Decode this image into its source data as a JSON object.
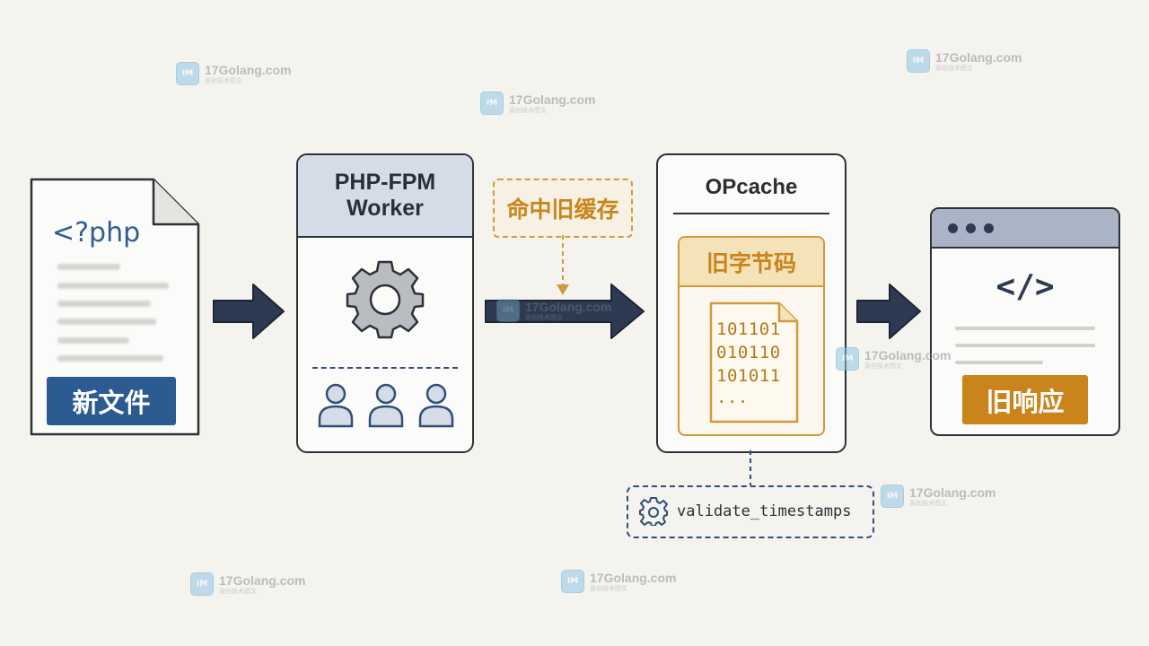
{
  "watermark": {
    "site": "17Golang.com",
    "slogan": "源创技术图文",
    "logo_text": "IM"
  },
  "file": {
    "code": "<?php",
    "label": "新文件",
    "accent": "#2c5b92"
  },
  "worker": {
    "title_line1": "PHP-FPM",
    "title_line2": "Worker"
  },
  "cache_hit": {
    "label": "命中旧缓存",
    "accent": "#c9851c"
  },
  "opcache": {
    "title": "OPcache",
    "bytecode_label": "旧字节码",
    "binary_lines": [
      "101101",
      "010110",
      "101011",
      "..."
    ]
  },
  "setting": {
    "name": "validate_timestamps"
  },
  "browser": {
    "code_symbol": "</>",
    "label": "旧响应",
    "accent": "#c9851c"
  },
  "colors": {
    "navy": "#2d3a52",
    "gold": "#d29a3a",
    "outline": "#2d3138"
  }
}
